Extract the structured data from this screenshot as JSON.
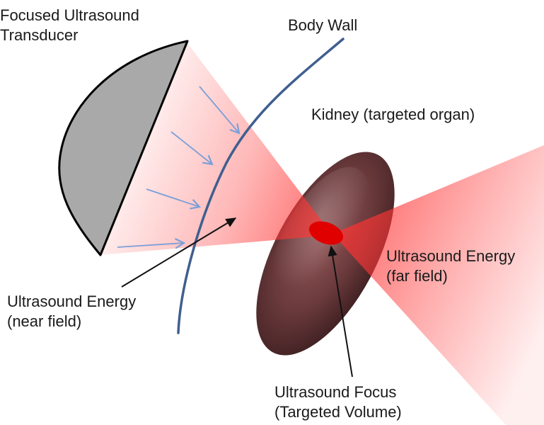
{
  "labels": {
    "transducer": {
      "line1": "Focused Ultrasound",
      "line2": "Transducer"
    },
    "body_wall": "Body Wall",
    "kidney": "Kidney (targeted organ)",
    "energy_far": {
      "line1": "Ultrasound Energy",
      "line2": "(far field)"
    },
    "energy_near": {
      "line1": "Ultrasound Energy",
      "line2": "(near field)"
    },
    "focus": {
      "line1": "Ultrasound Focus",
      "line2": "(Targeted Volume)"
    }
  },
  "colors": {
    "beam": "#ff4040",
    "transducer_fill": "#a9a9a9",
    "body_wall": "#3f5f8f",
    "wave_arrows": "#7a9fd8",
    "focus_spot": "#e00000",
    "kidney": "#6b3a3c",
    "pointer": "#111111"
  }
}
